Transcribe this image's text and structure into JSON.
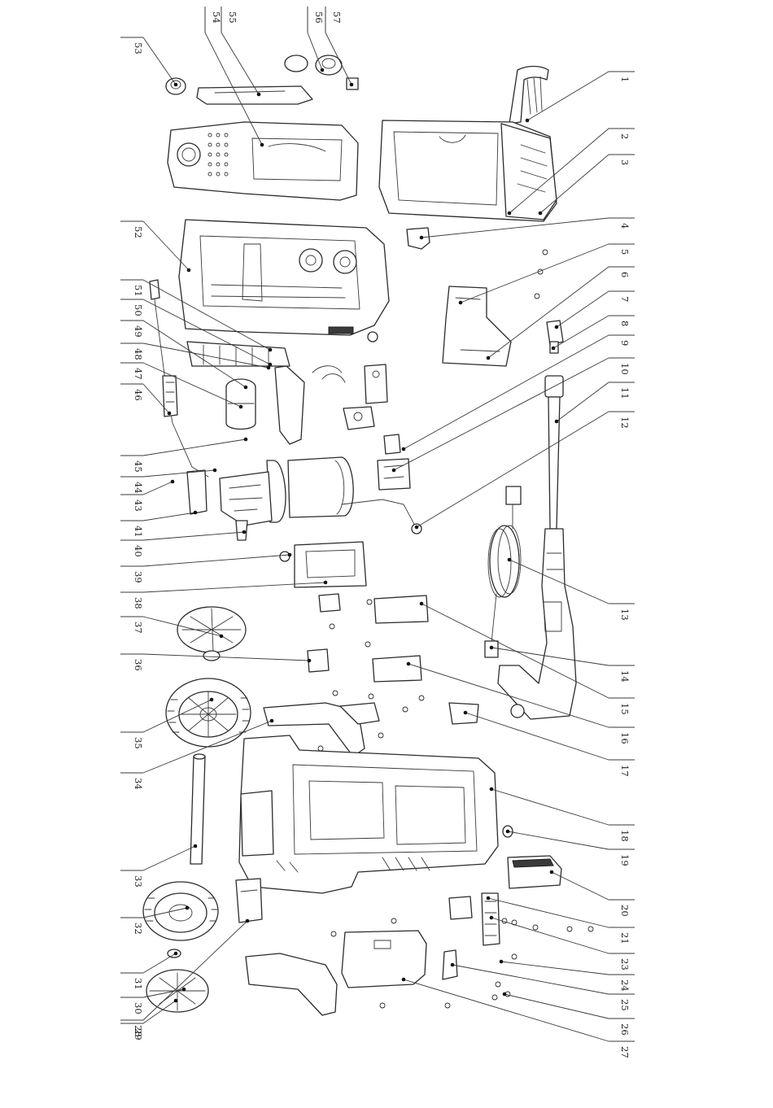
{
  "diagram": {
    "callouts_right": [
      "1",
      "2",
      "3",
      "4",
      "5",
      "6",
      "7",
      "8",
      "9",
      "10",
      "11",
      "12",
      "13",
      "14",
      "15",
      "16",
      "17",
      "18",
      "19",
      "20",
      "21",
      "23",
      "24",
      "25",
      "26",
      "27"
    ],
    "callouts_left": [
      "53",
      "52",
      "51",
      "50",
      "49",
      "48",
      "47",
      "46",
      "45",
      "44",
      "43",
      "41",
      "40",
      "39",
      "38",
      "37",
      "36",
      "35",
      "34",
      "33",
      "32",
      "31",
      "30",
      "29",
      "28"
    ],
    "callouts_top": [
      "54",
      "55",
      "56",
      "57"
    ]
  }
}
